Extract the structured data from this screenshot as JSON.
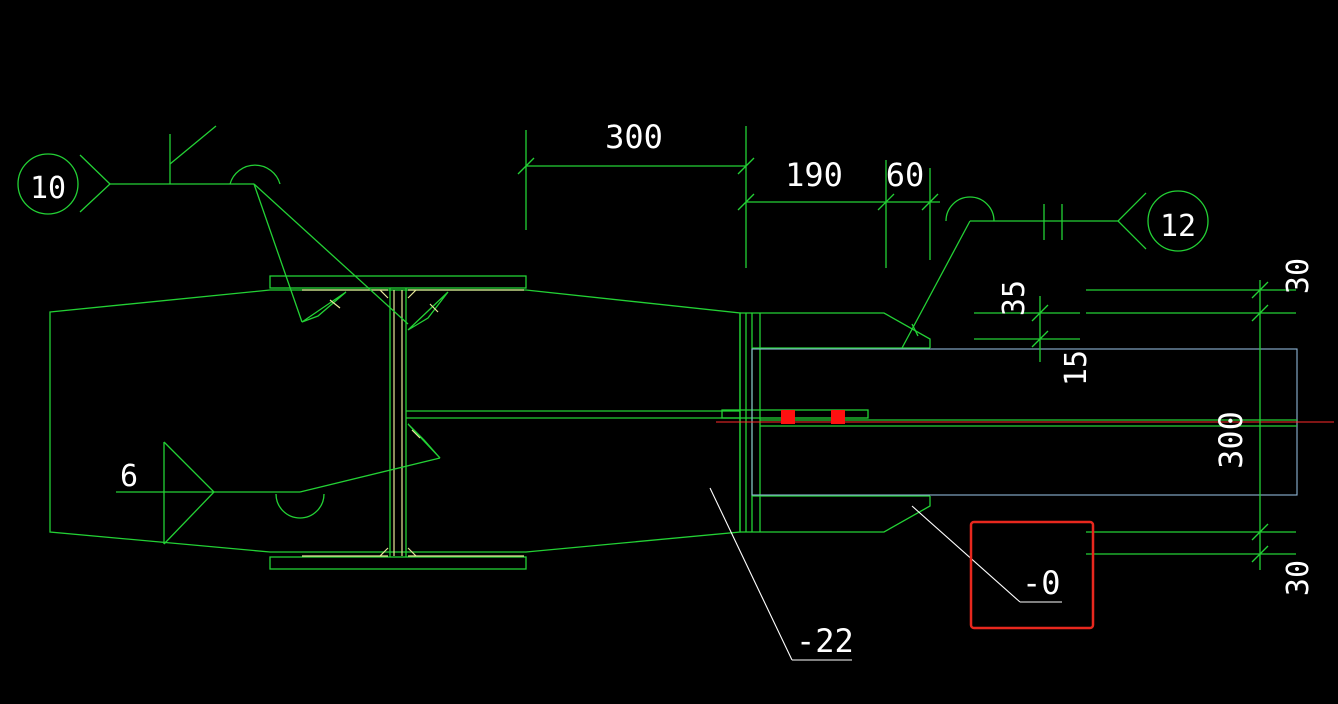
{
  "drawing": {
    "colors": {
      "line_primary": "#23d135",
      "line_detail": "#e8e89a",
      "leader": "#ffffff",
      "plate_outline": "#8fb6d8",
      "center_line": "#ff2a2a",
      "bolt": "#ff1010",
      "highlight_box": "#e8281e",
      "background": "#000000"
    },
    "labels": {
      "weld_left_number": "10",
      "weld_right_number": "12",
      "weld_size_left": "6",
      "plate_thickness_main": "-22",
      "plate_thickness_highlighted": "-0"
    },
    "dimensions": {
      "flange_length": "300",
      "segment_190": "190",
      "segment_60": "60",
      "plate_height": "300",
      "edge_top": "30",
      "edge_bottom": "30",
      "chamfer_35": "35",
      "chamfer_15": "15"
    }
  }
}
